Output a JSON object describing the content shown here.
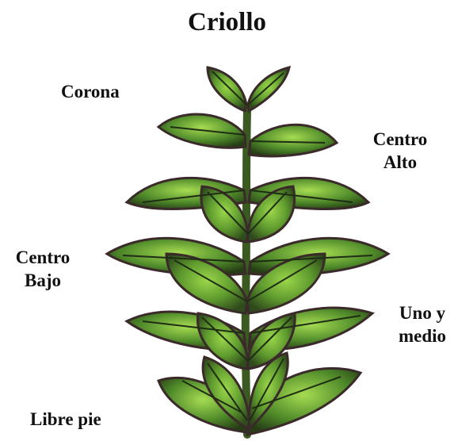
{
  "title": "Criollo",
  "labels": {
    "corona": "Corona",
    "centro_alto": [
      "Centro",
      "Alto"
    ],
    "centro_bajo": [
      "Centro",
      "Bajo"
    ],
    "uno_medio": [
      "Uno y",
      "medio"
    ],
    "libre_pie": "Libre pie"
  },
  "colors": {
    "leaf_dark": "#2f4a1c",
    "leaf_mid": "#4f8a2a",
    "leaf_light": "#8ccc3f",
    "outline": "#3a2a2a",
    "vein": "#1f2d14",
    "background": "#ffffff"
  }
}
